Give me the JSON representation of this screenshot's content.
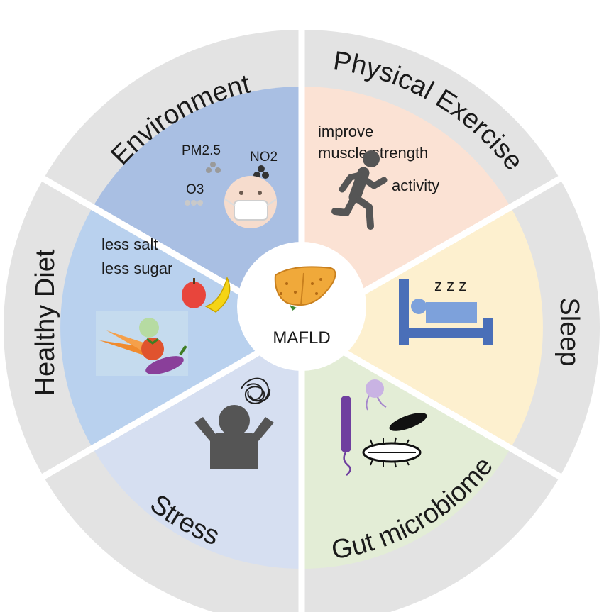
{
  "center": {
    "label": "MAFLD"
  },
  "sectors": [
    {
      "label": "Physical Exercise",
      "inner_color": "#fbe2d4",
      "notes": [
        "improve",
        "muscle strength",
        "activity"
      ]
    },
    {
      "label": "Sleep",
      "inner_color": "#fdf0cf",
      "notes": [
        "z z z"
      ]
    },
    {
      "label": "Gut microbiome",
      "inner_color": "#e3edd6",
      "notes": []
    },
    {
      "label": "Stress",
      "inner_color": "#d6dff1",
      "notes": []
    },
    {
      "label": "Healthy Diet",
      "inner_color": "#b9d1ee",
      "notes": [
        "less salt",
        "less sugar"
      ]
    },
    {
      "label": "Environment",
      "inner_color": "#a9bfe3",
      "notes": [
        "PM2.5",
        "NO2",
        "O3"
      ]
    }
  ],
  "colors": {
    "outer_ring": "#e3e3e3",
    "divider": "#ffffff",
    "text": "#1a1a1a"
  },
  "icons": [
    "running-person-icon",
    "bed-sleep-icon",
    "bacteria-icon",
    "stressed-person-icon",
    "fruit-vegetable-icon",
    "face-mask-icon",
    "liver-icon"
  ]
}
